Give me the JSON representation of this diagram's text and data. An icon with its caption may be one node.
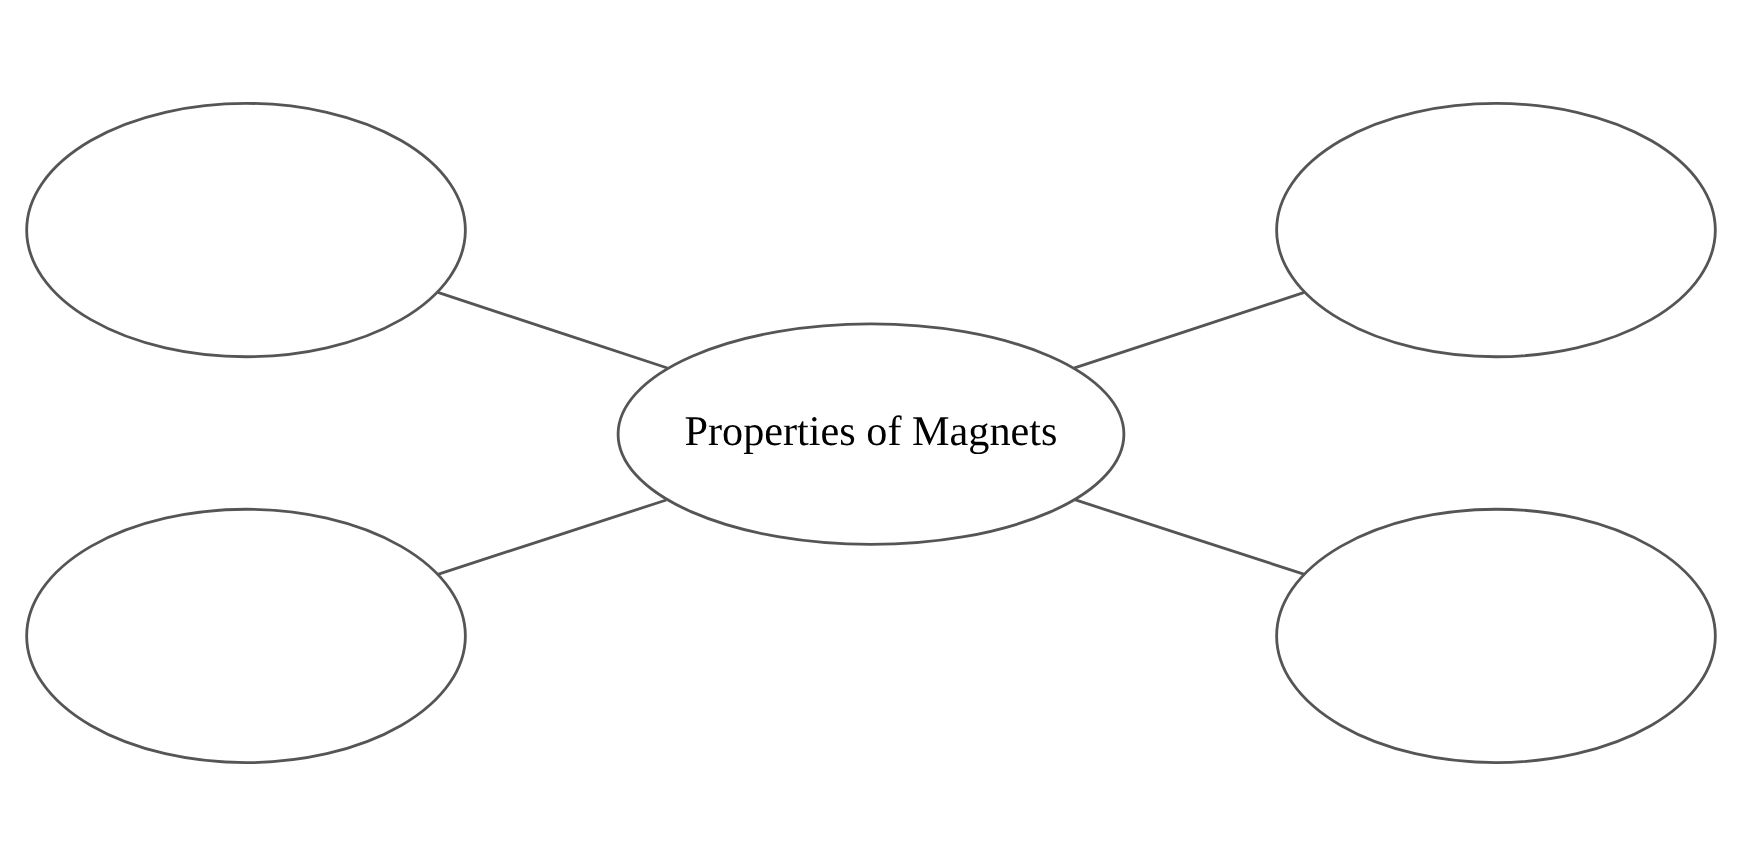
{
  "diagram": {
    "nodes": [
      {
        "text": [],
        "shape": "ellipse"
      },
      {
        "text": [],
        "shape": "ellipse"
      },
      {
        "text": [
          "Properties of Magnets"
        ]
      },
      {
        "text": [],
        "shape": "ellipse"
      },
      {
        "text": [],
        "shape": "ellipse"
      }
    ],
    "edges": [
      {
        "from": 0,
        "to": 2,
        "arrow": "none"
      },
      {
        "from": 2,
        "to": 1,
        "arrow": "none"
      },
      {
        "from": 3,
        "to": 2,
        "arrow": "none"
      },
      {
        "from": 2,
        "to": 4,
        "arrow": "none"
      }
    ]
  }
}
